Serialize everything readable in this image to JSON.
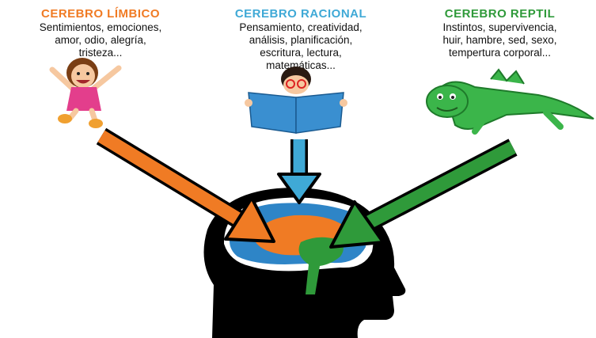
{
  "colors": {
    "limbico": "#f07b24",
    "racional": "#3fa9d6",
    "reptil": "#2f9a3a"
  },
  "columns": [
    {
      "key": "limbico",
      "title": "CEREBRO LÍMBICO",
      "description": "Sentimientos, emociones,\namor, odio, alegría,\ntristeza..."
    },
    {
      "key": "racional",
      "title": "CEREBRO RACIONAL",
      "description": "Pensamiento, creatividad,\nanálisis, planificación,\nescritura, lectura,\nmatemáticas..."
    },
    {
      "key": "reptil",
      "title": "CEREBRO REPTIL",
      "description": "Instintos, supervivencia,\nhuir, hambre, sed, sexo,\ntempertura corporal..."
    }
  ],
  "illustrations": {
    "limbico": "happy-girl-jumping-icon",
    "racional": "boy-reading-book-icon",
    "reptil": "green-crocodile-icon",
    "center": "human-head-silhouette-with-brain-icon"
  }
}
